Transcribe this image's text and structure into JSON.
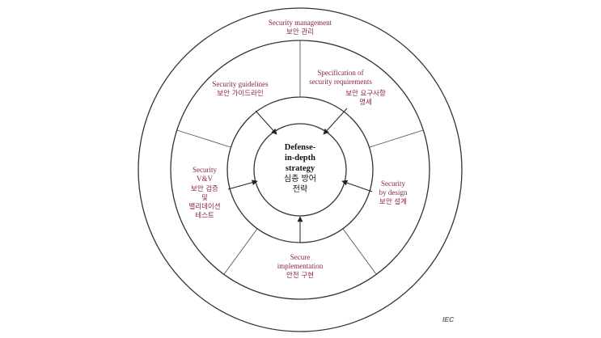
{
  "center": {
    "lines": [
      "Defense-",
      "in-depth",
      "strategy"
    ],
    "lines_ko": [
      "심층 방어",
      "전략"
    ]
  },
  "outer_ring": {
    "en": "Security management",
    "ko": "보안 관리"
  },
  "segments": {
    "guidelines": {
      "en": [
        "Security guidelines"
      ],
      "ko": [
        "보안 가이드라인"
      ]
    },
    "requirements": {
      "en": [
        "Specification of",
        "security requirements"
      ],
      "ko": [
        "보안 요구사항",
        "명세"
      ]
    },
    "vv": {
      "en": [
        "Security",
        "V&V"
      ],
      "ko": [
        "보안 검증",
        "및",
        "밸리데이션",
        "테스트"
      ]
    },
    "design": {
      "en": [
        "Security",
        "by design"
      ],
      "ko": [
        "보안 설계"
      ]
    },
    "implementation": {
      "en": [
        "Secure",
        "implementation"
      ],
      "ko": [
        "안전 구현"
      ]
    }
  },
  "watermark": "IEC",
  "colors": {
    "label": "#8b2540",
    "line": "#333333"
  }
}
